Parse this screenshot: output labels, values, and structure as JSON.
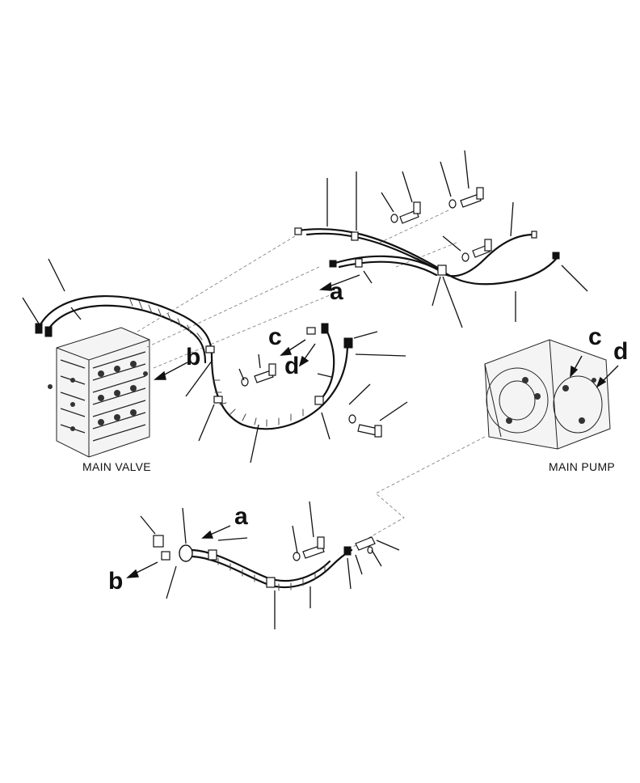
{
  "labels": {
    "main_valve": "MAIN VALVE",
    "main_pump": "MAIN PUMP"
  },
  "callouts": {
    "a_upper": "a",
    "b_upper": "b",
    "c_upper": "c",
    "d_upper": "d",
    "c_pump": "c",
    "d_pump": "d",
    "a_lower": "a",
    "b_lower": "b"
  },
  "colors": {
    "line": "#111111",
    "background": "#ffffff"
  }
}
